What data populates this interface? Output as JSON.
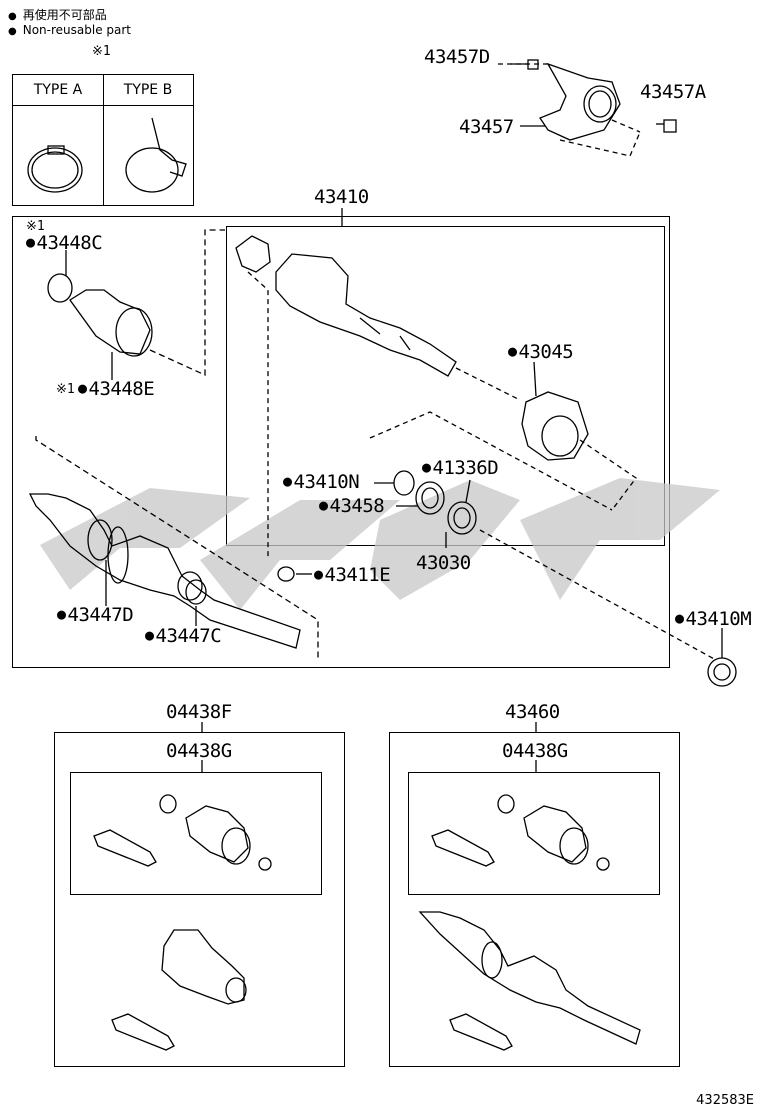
{
  "legend": {
    "reuse_jp": "再使用不可部品",
    "reuse_en": "Non-reusable part"
  },
  "note_mark": "※1",
  "types": {
    "a": "TYPE A",
    "b": "TYPE B"
  },
  "labels": {
    "p43457D": "43457D",
    "p43457A": "43457A",
    "p43457": "43457",
    "p43410": "43410",
    "p43448C": "43448C",
    "p43448E": "43448E",
    "p43045": "43045",
    "p43410N": "43410N",
    "p41336D": "41336D",
    "p43458": "43458",
    "p43030": "43030",
    "p43411E": "43411E",
    "p43447D": "43447D",
    "p43447C": "43447C",
    "p43410M": "43410M",
    "p04438F": "04438F",
    "p04438G_left": "04438G",
    "p43460": "43460",
    "p04438G_right": "04438G"
  },
  "diagram_code": "432583E",
  "colors": {
    "line": "#000000",
    "watermark": "#c8c8c8"
  }
}
